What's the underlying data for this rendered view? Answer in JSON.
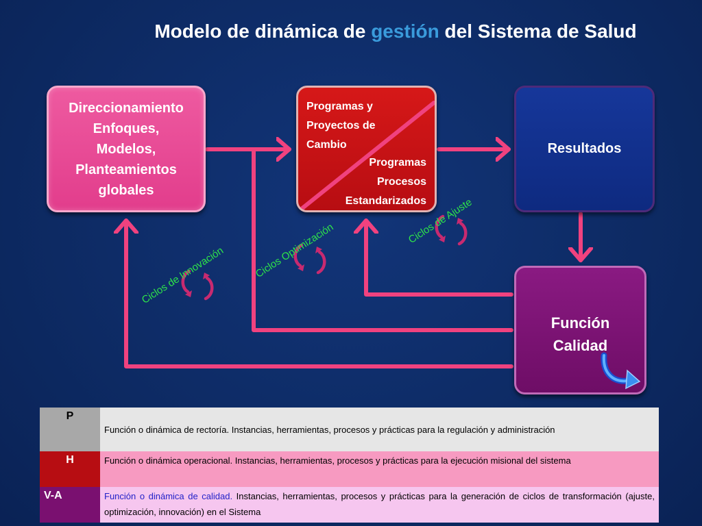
{
  "title": {
    "part1": "Modelo de dinámica de ",
    "highlight": "gestión",
    "part2": " del Sistema de Salud"
  },
  "boxes": {
    "direccionamiento": "Direccionamiento\nEnfoques,\nModelos,\nPlanteamientos\nglobales",
    "programas_top": "Programas y\nProyectos de\nCambio",
    "programas_bottom": "Programas\nProcesos\nEstandarizados",
    "resultados": "Resultados",
    "calidad": "Función\nCalidad"
  },
  "cycles": {
    "innovacion": "Ciclos de Innovación",
    "optimizacion": "Ciclos Optimización",
    "ajuste": "Ciclos de Ajuste"
  },
  "legend": [
    {
      "key": "P",
      "desc_emph": "",
      "desc": "Función o dinámica de rectoría. Instancias, herramientas, procesos y prácticas para la regulación y administración"
    },
    {
      "key": "H",
      "desc_emph": "",
      "desc": "Función o dinámica operacional. Instancias, herramientas, procesos y prácticas para la ejecución misional del sistema"
    },
    {
      "key": "V-A",
      "desc_emph": "Función o dinámica de calidad.",
      "desc": " Instancias, herramientas, procesos y prácticas para la generación de ciclos de transformación (ajuste, optimización, innovación) en el Sistema"
    }
  ],
  "colors": {
    "background": "#0d2a63",
    "arrow": "#f0427f",
    "cycle_text": "#2ee34a",
    "direccionamiento": "#e23d8c",
    "programas": "#c8141a",
    "resultados": "#12318e",
    "calidad": "#7a1070"
  },
  "icons": [
    "cycle-arrows-icon",
    "return-arrow-icon"
  ]
}
